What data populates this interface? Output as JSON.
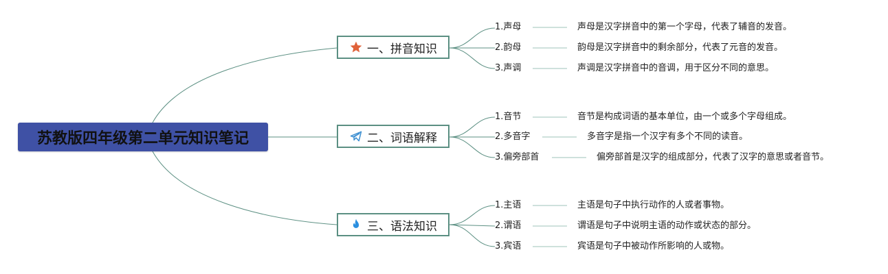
{
  "root": {
    "title": "苏教版四年级第二单元知识笔记"
  },
  "branches": [
    {
      "label": "一、拼音知识",
      "icon": "star-icon",
      "items": [
        {
          "term": "1.声母",
          "desc": "声母是汉字拼音中的第一个字母，代表了辅音的发音。"
        },
        {
          "term": "2.韵母",
          "desc": "韵母是汉字拼音中的剩余部分，代表了元音的发音。"
        },
        {
          "term": "3.声调",
          "desc": "声调是汉字拼音中的音调，用于区分不同的意思。"
        }
      ]
    },
    {
      "label": "二、词语解释",
      "icon": "paper-plane-icon",
      "items": [
        {
          "term": "1.音节",
          "desc": "音节是构成词语的基本单位，由一个或多个字母组成。"
        },
        {
          "term": "2.多音字",
          "desc": "多音字是指一个汉字有多个不同的读音。"
        },
        {
          "term": "3.偏旁部首",
          "desc": "偏旁部首是汉字的组成部分，代表了汉字的意思或者音节。"
        }
      ]
    },
    {
      "label": "三、语法知识",
      "icon": "flame-icon",
      "items": [
        {
          "term": "1.主语",
          "desc": "主语是句子中执行动作的人或者事物。"
        },
        {
          "term": "2.谓语",
          "desc": "谓语是句子中说明主语的动作或状态的部分。"
        },
        {
          "term": "3.宾语",
          "desc": "宾语是句子中被动作所影响的人或物。"
        }
      ]
    }
  ],
  "colors": {
    "root_bg": "#3f51a5",
    "connector": "#5b8f82",
    "leaf_line": "#9cc3b8",
    "star": "#e0623a",
    "plane": "#3d8fd1",
    "flame": "#2b8fe0"
  }
}
